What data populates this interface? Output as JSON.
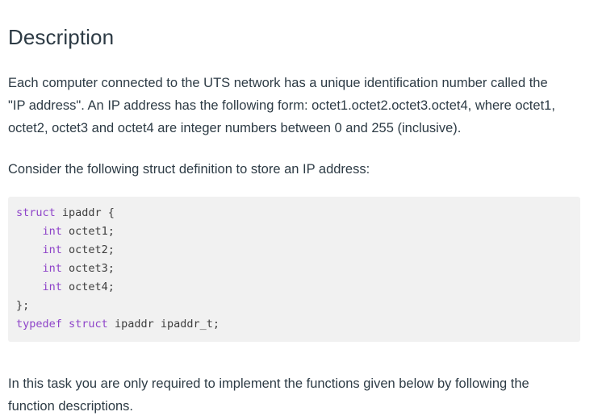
{
  "heading": "Description",
  "paragraphs": {
    "intro": "Each computer connected to the UTS network has a unique identification number called the \"IP address\". An IP address has the following form: octet1.octet2.octet3.octet4, where octet1, octet2, octet3 and octet4 are integer numbers between 0 and 255 (inclusive).",
    "struct_lead_in": "Consider the following struct definition to store an IP address:",
    "task_note": "In this task you are only required to implement the functions given below by following the function descriptions."
  },
  "code_block": {
    "language": "c",
    "lines": [
      [
        {
          "text": "struct",
          "type": "keyword"
        },
        {
          "text": " ipaddr {",
          "type": "plain"
        }
      ],
      [
        {
          "text": "    ",
          "type": "plain"
        },
        {
          "text": "int",
          "type": "keyword"
        },
        {
          "text": " octet1;",
          "type": "plain"
        }
      ],
      [
        {
          "text": "    ",
          "type": "plain"
        },
        {
          "text": "int",
          "type": "keyword"
        },
        {
          "text": " octet2;",
          "type": "plain"
        }
      ],
      [
        {
          "text": "    ",
          "type": "plain"
        },
        {
          "text": "int",
          "type": "keyword"
        },
        {
          "text": " octet3;",
          "type": "plain"
        }
      ],
      [
        {
          "text": "    ",
          "type": "plain"
        },
        {
          "text": "int",
          "type": "keyword"
        },
        {
          "text": " octet4;",
          "type": "plain"
        }
      ],
      [
        {
          "text": "};",
          "type": "plain"
        }
      ],
      [
        {
          "text": "typedef",
          "type": "keyword"
        },
        {
          "text": " ",
          "type": "plain"
        },
        {
          "text": "struct",
          "type": "keyword"
        },
        {
          "text": " ipaddr ipaddr_t;",
          "type": "plain"
        }
      ]
    ]
  },
  "colors": {
    "page_background": "#ffffff",
    "text": "#2d3b45",
    "code_background": "#f1f1f1",
    "code_text": "#3d3d3d",
    "code_keyword": "#8e44c9"
  }
}
